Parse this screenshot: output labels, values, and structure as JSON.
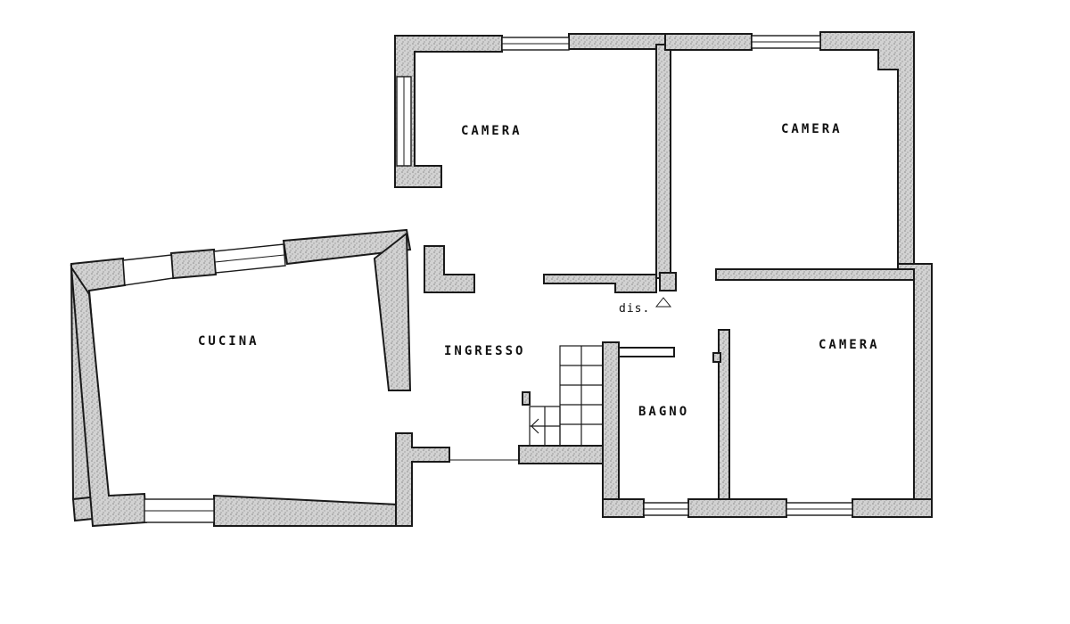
{
  "rooms": {
    "camera_top_left": "CAMERA",
    "camera_top_right": "CAMERA",
    "camera_bottom_right": "CAMERA",
    "cucina": "CUCINA",
    "ingresso": "INGRESSO",
    "bagno": "BAGNO",
    "dis": "dis."
  },
  "colors": {
    "wall_fill": "#c8c8c8",
    "line": "#1a1a1a",
    "background": "#ffffff"
  }
}
